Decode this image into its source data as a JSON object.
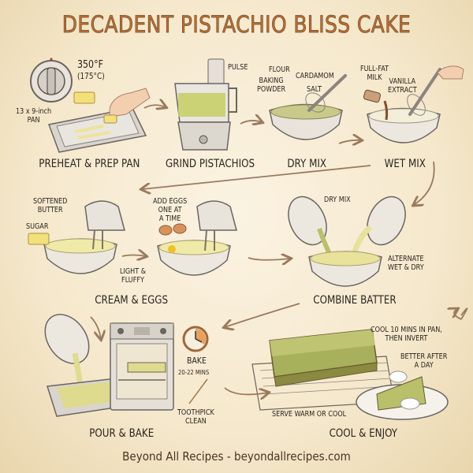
{
  "title": "DECADENT PISTACHIO BLISS CAKE",
  "steps": [
    {
      "label": "PREHEAT & PREP PAN",
      "notes": [
        "350°F",
        "(175°C)",
        "13 x 9-inch\nPAN"
      ]
    },
    {
      "label": "GRIND PISTACHIOS",
      "notes": [
        "PULSE"
      ]
    },
    {
      "label": "DRY MIX",
      "notes": [
        "FLOUR",
        "BAKING\nPOWDER",
        "CARDAMOM",
        "SALT"
      ]
    },
    {
      "label": "WET MIX",
      "notes": [
        "FULL-FAT\nMILK",
        "VANILLA\nEXTRACT"
      ]
    },
    {
      "label": "CREAM & EGGS",
      "notes": [
        "SOFTENED\nBUTTER",
        "SUGAR",
        "ADD EGGS\nONE AT\nA TIME",
        "LIGHT &\nFLUFFY"
      ]
    },
    {
      "label": "COMBINE BATTER",
      "notes": [
        "DRY MIX",
        "ALTERNATE\nWET & DRY"
      ]
    },
    {
      "label": "POUR & BAKE",
      "notes": [
        "BAKE",
        "20-22 MINS",
        "TOOTHPICK\nCLEAN"
      ]
    },
    {
      "label": "COOL & ENJOY",
      "notes": [
        "COOL 10 MINS IN PAN,\nTHEN INVERT",
        "BETTER AFTER\nA DAY",
        "SERVE WARM OR COOL"
      ]
    }
  ],
  "footer": "Beyond All Recipes - beyondallrecipes.com",
  "colors": {
    "title": "#b7723a",
    "arrow": "#9a7a5e",
    "batter": "#d9dc8e",
    "pistachio": "#aab94e",
    "metal": "#cfcac2"
  }
}
